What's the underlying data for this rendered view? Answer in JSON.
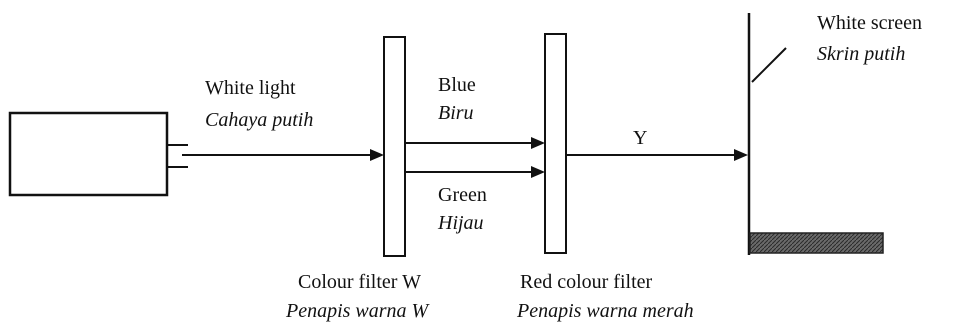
{
  "labels": {
    "white_light": {
      "en": "White light",
      "ms": "Cahaya putih"
    },
    "blue": {
      "en": "Blue",
      "ms": "Biru"
    },
    "green": {
      "en": "Green",
      "ms": "Hijau"
    },
    "y_beam": "Y",
    "white_screen": {
      "en": "White screen",
      "ms": "Skrin putih"
    },
    "filter_w": {
      "en": "Colour filter W",
      "ms": "Penapis warna W"
    },
    "red_filter": {
      "en": "Red colour filter",
      "ms": "Penapis warna merah"
    }
  },
  "colors": {
    "ink": "#111111",
    "screen_base": "#555555"
  }
}
